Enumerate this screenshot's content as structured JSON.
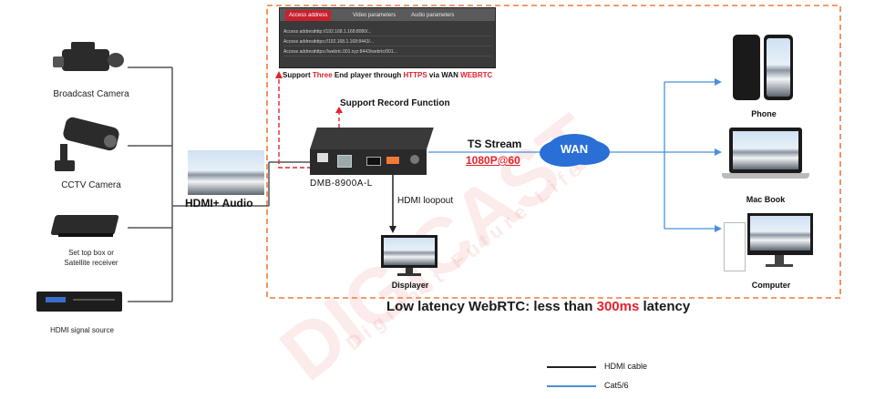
{
  "sources": {
    "broadcast_camera": "Broadcast Camera",
    "cctv_camera": "CCTV Camera",
    "settop_line1": "Set top box or",
    "settop_line2": "Satellite receiver",
    "hdmi_source": "HDMI signal source"
  },
  "link_label": "HDMI+ Audio",
  "panel": {
    "tabs": [
      "Access address",
      "Video parameters",
      "Audio parameters"
    ],
    "rows": [
      {
        "key": "Access address",
        "value": "http://192.168.1.168:8080/..."
      },
      {
        "key": "Access address",
        "value": "https://192.168.1.168:8443/..."
      },
      {
        "key": "Access address",
        "value": "https://webrtc.001.xyz:8443/webrtc/001..."
      }
    ]
  },
  "panel_caption": {
    "part1": "Support ",
    "part2": "Three",
    "part3": " End player through ",
    "part4": "HTTPS",
    "part5": " via WAN ",
    "part6": "WEBRTC"
  },
  "record_label": "Support Record Function",
  "device_model": "DMB-8900A-L",
  "loopout_label": "HDMI loopout",
  "displayer_label": "Displayer",
  "ts_stream": "TS Stream",
  "resolution": "1080P@60",
  "wan": "WAN",
  "outputs": {
    "phone": "Phone",
    "macbook": "Mac Book",
    "computer": "Computer"
  },
  "latency": {
    "prefix": "Low latency WebRTC: less than ",
    "value": "300ms",
    "suffix": " latency"
  },
  "legend": {
    "hdmi": "HDMI cable",
    "cat": "Cat5/6"
  },
  "watermark": {
    "brand": "DIGICAST",
    "tagline": "Digicast Future Life"
  },
  "colors": {
    "accent_red": "#e3232c",
    "dashed_orange": "#f07a3a",
    "network_blue": "#4a90d9",
    "wire_gray": "#555555"
  }
}
